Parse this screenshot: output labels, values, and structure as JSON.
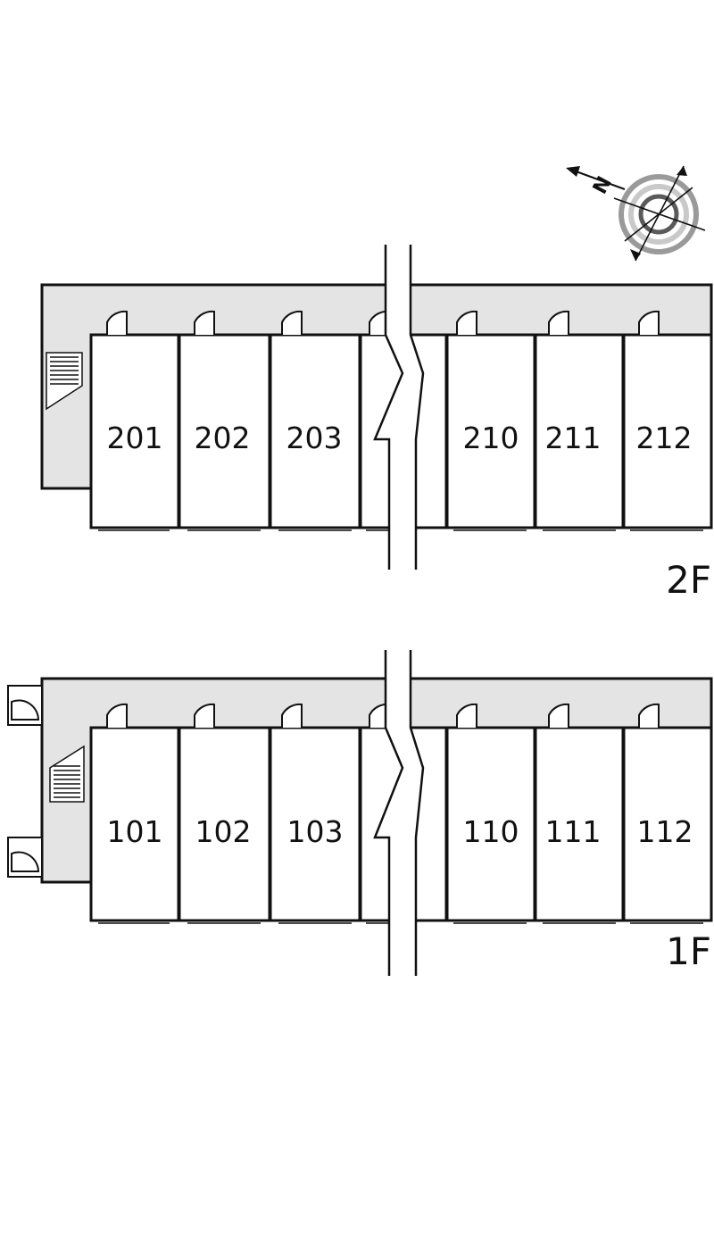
{
  "compass": {
    "letter": "N"
  },
  "floors": [
    {
      "label": "2F",
      "rooms": [
        "201",
        "202",
        "203",
        "210",
        "211",
        "212"
      ]
    },
    {
      "label": "1F",
      "rooms": [
        "101",
        "102",
        "103",
        "110",
        "111",
        "112"
      ]
    }
  ],
  "colors": {
    "corridor": "#e4e4e4",
    "wall": "#111111",
    "background": "#ffffff",
    "compass_ring": "#9a9a9a"
  }
}
